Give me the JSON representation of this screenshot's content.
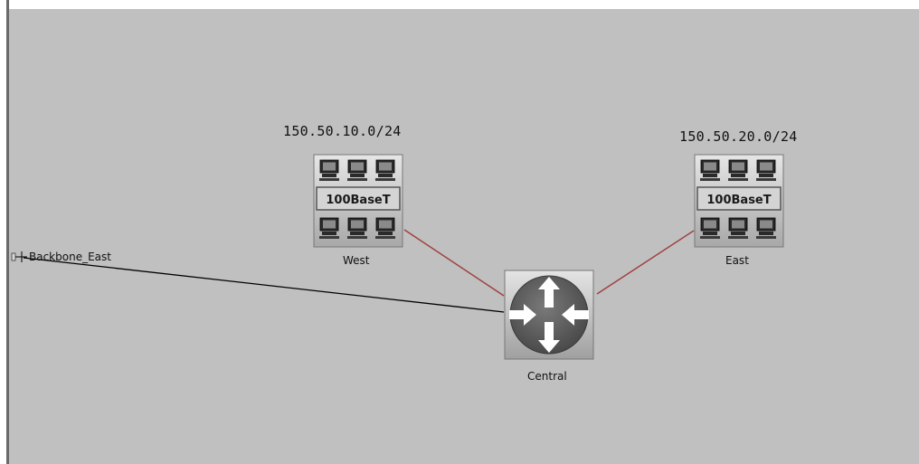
{
  "nodes": {
    "west": {
      "name": "West",
      "subnet": "150.50.10.0/24",
      "type_label": "100BaseT"
    },
    "east": {
      "name": "East",
      "subnet": "150.50.20.0/24",
      "type_label": "100BaseT"
    },
    "central": {
      "name": "Central"
    },
    "backbone": {
      "name": "Backbone_East"
    }
  },
  "colors": {
    "background": "#c0c0c0",
    "lan_link": "#a04040",
    "backbone_link": "#000000",
    "router_body": "#666666"
  },
  "icons": {
    "lan": "lan-hub-icon",
    "router": "router-icon",
    "workstation": "workstation-icon",
    "external": "external-connector-icon"
  }
}
